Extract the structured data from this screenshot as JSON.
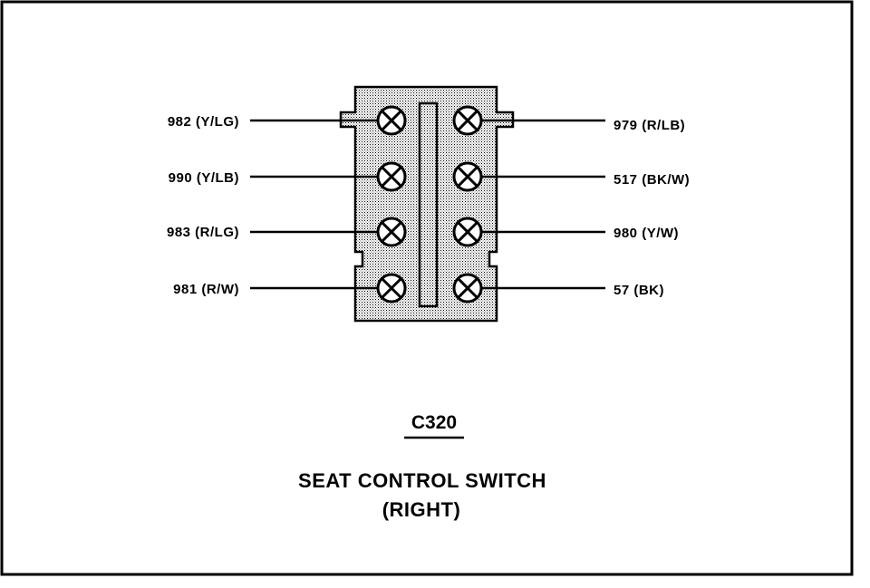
{
  "connector": {
    "id": "C320",
    "title": "SEAT CONTROL SWITCH",
    "subtitle": "(RIGHT)"
  },
  "pins": {
    "left": [
      {
        "label": "982 (Y/LG)"
      },
      {
        "label": "990 (Y/LB)"
      },
      {
        "label": "983 (R/LG)"
      },
      {
        "label": "981 (R/W)"
      }
    ],
    "right": [
      {
        "label": "979 (R/LB)"
      },
      {
        "label": "517 (BK/W)"
      },
      {
        "label": "980 (Y/W)"
      },
      {
        "label": "57 (BK)"
      }
    ]
  },
  "colors": {
    "ink": "#000000",
    "paper": "#ffffff",
    "connector_fill": "#d9d9d9"
  }
}
